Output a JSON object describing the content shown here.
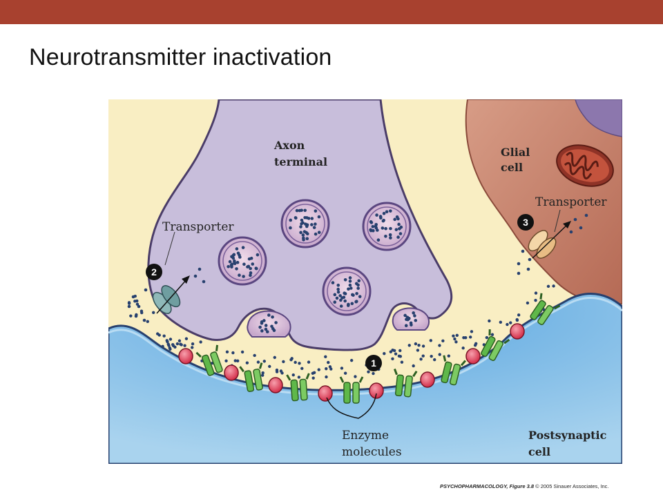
{
  "slide": {
    "title": "Neurotransmitter inactivation",
    "accent_color": "#a8412f"
  },
  "diagram": {
    "labels": {
      "axon_terminal_line1": "Axon",
      "axon_terminal_line2": "terminal",
      "glial_cell_line1": "Glial",
      "glial_cell_line2": "cell",
      "transporter_left": "Transporter",
      "transporter_right": "Transporter",
      "enzyme_line1": "Enzyme",
      "enzyme_line2": "molecules",
      "postsynaptic_line1": "Postsynaptic",
      "postsynaptic_line2": "cell"
    },
    "steps": [
      "1",
      "2",
      "3"
    ],
    "colors": {
      "axon_fill": "#c8bedb",
      "axon_stroke": "#4a3c68",
      "glial_fill": "#c4826c",
      "postsynaptic_fill": "#5aa2dc",
      "cleft_fill": "#f9eec3",
      "receptor": "#5fb84a",
      "enzyme": "#dc3a52",
      "neurotransmitter": "#27406e"
    }
  },
  "credit": {
    "source": "PSYCHOPHARMACOLOGY, Figure 3.8",
    "copyright": "© 2005 Sinauer Associates, Inc."
  }
}
